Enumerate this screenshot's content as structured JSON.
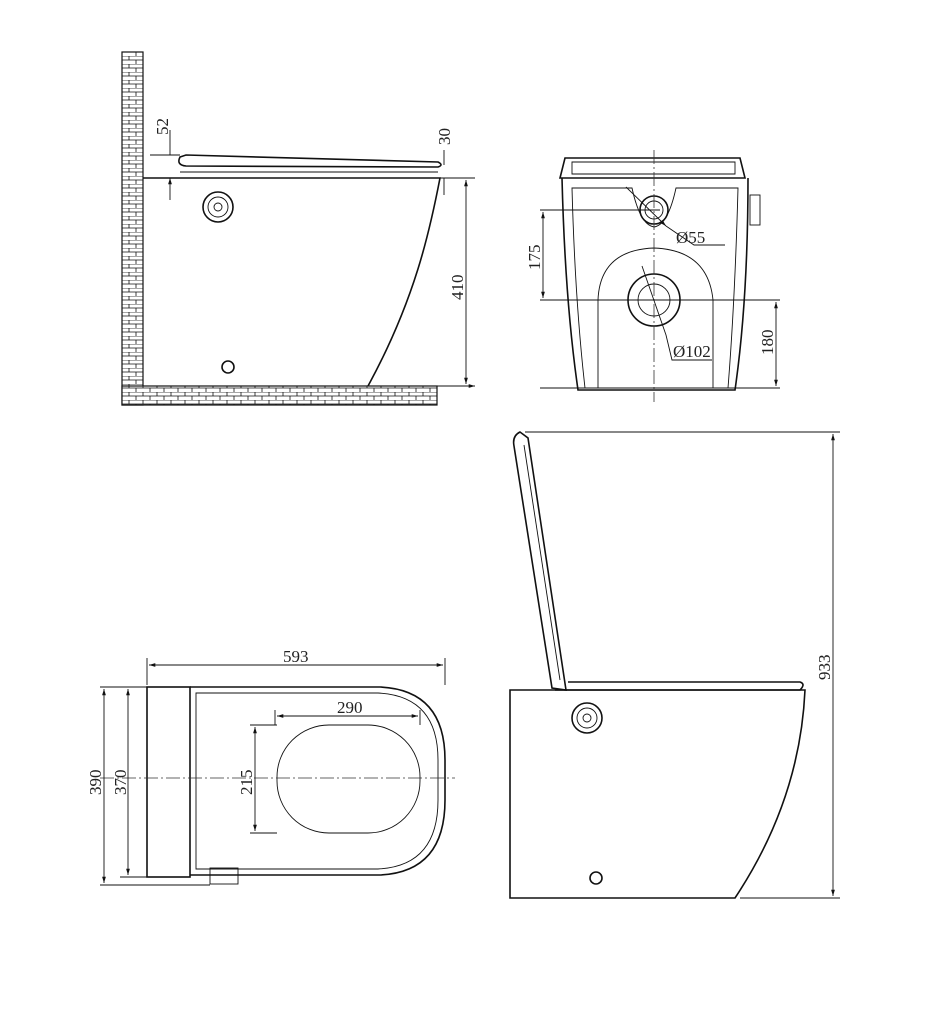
{
  "side_view": {
    "dim_seat": "52",
    "dim_lid": "30",
    "dim_height": "410"
  },
  "back_view": {
    "dim_inlet_diameter": "Ø55",
    "dim_outlet_diameter": "Ø102",
    "dim_inlet_height": "175",
    "dim_outlet_height": "180"
  },
  "top_view": {
    "dim_length": "593",
    "dim_opening_length": "290",
    "dim_opening_width": "215",
    "dim_width_inner": "370",
    "dim_width_outer": "390"
  },
  "open_view": {
    "dim_total_height": "933"
  },
  "colors": {
    "line": "#111111",
    "background": "#ffffff"
  }
}
